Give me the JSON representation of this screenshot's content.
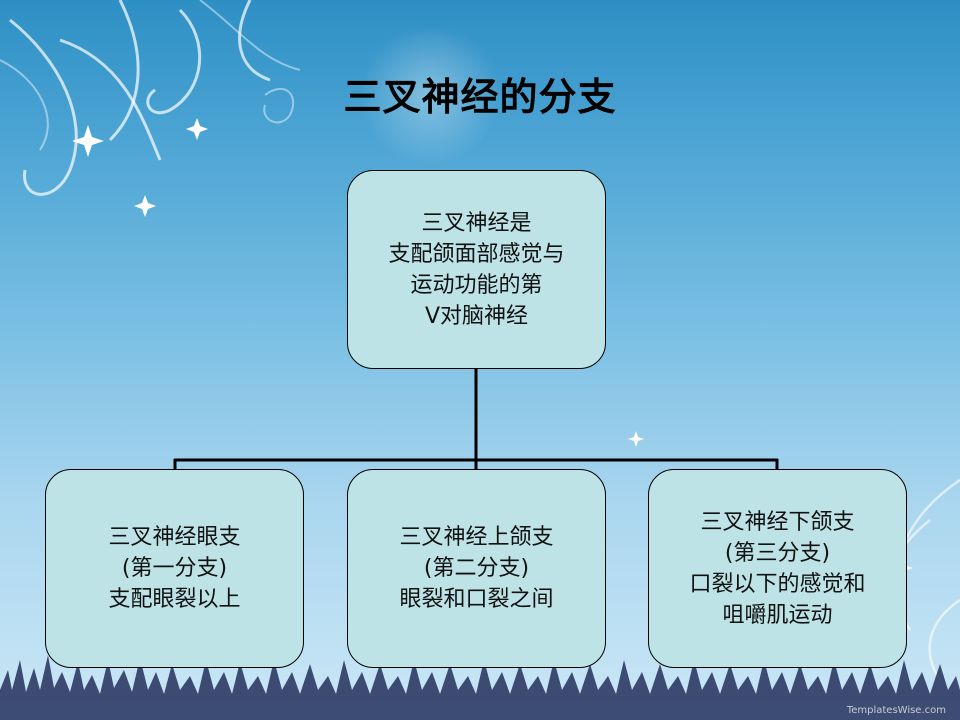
{
  "slide": {
    "title": "三叉神经的分支",
    "root": {
      "lines": [
        "三叉神经是",
        "支配颌面部感觉与",
        "运动功能的第",
        "V对脑神经"
      ]
    },
    "branches": [
      {
        "lines": [
          "三叉神经眼支",
          "(第一分支)",
          "支配眼裂以上"
        ]
      },
      {
        "lines": [
          "三叉神经上颌支",
          "(第二分支)",
          "眼裂和口裂之间"
        ]
      },
      {
        "lines": [
          "三叉神经下颌支",
          "(第三分支)",
          "口裂以下的感觉和",
          "咀嚼肌运动"
        ]
      }
    ],
    "watermark": "TemplatesWise.com"
  },
  "colors": {
    "box_fill": "#bde3e6",
    "box_border": "#000000",
    "connector": "#000000"
  }
}
